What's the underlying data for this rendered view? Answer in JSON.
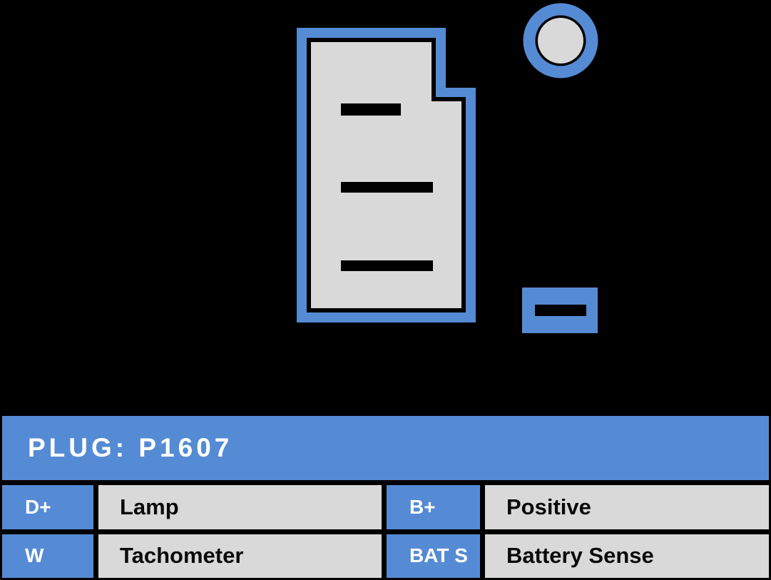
{
  "colors": {
    "accent_blue": "#558BD4",
    "panel_gray": "#D9D9D9",
    "background_black": "#000000",
    "text_white": "#FFFFFF",
    "text_black": "#0A0A0A"
  },
  "table": {
    "header": "PLUG: P1607",
    "rows": [
      [
        {
          "pin": "D+",
          "description": "Lamp"
        },
        {
          "pin": "B+",
          "description": "Positive"
        }
      ],
      [
        {
          "pin": "W",
          "description": "Tachometer"
        },
        {
          "pin": "BAT S",
          "description": "Battery Sense"
        }
      ]
    ]
  }
}
